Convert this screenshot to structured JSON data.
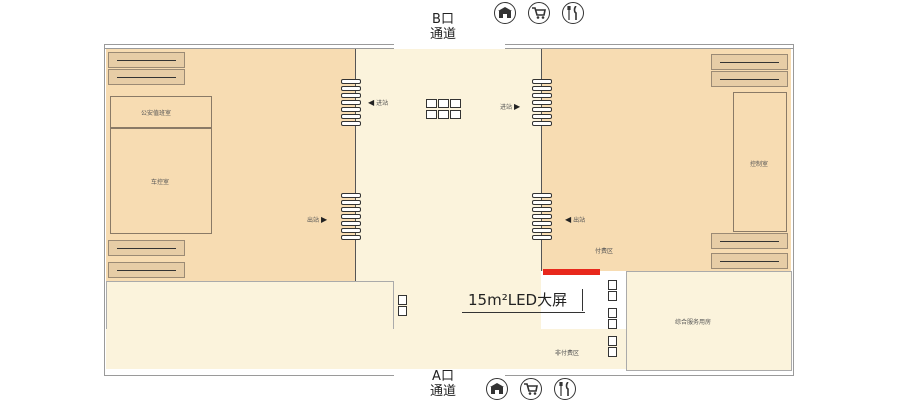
{
  "gates": {
    "b": {
      "name": "B口",
      "sub": "通道"
    },
    "a": {
      "name": "A口",
      "sub": "通道"
    }
  },
  "rooms": {
    "police": "公安值班室",
    "station_office": "车控室",
    "control": "控制室",
    "service": "综合服务用房"
  },
  "areas": {
    "paid": "付费区",
    "unpaid": "非付费区"
  },
  "flow": {
    "in_left": "进站",
    "in_right": "进站",
    "out_left": "出站",
    "out_right": "出站"
  },
  "led": {
    "label": "15m²LED大屏"
  },
  "amenity_icons": [
    "shop-icon",
    "shopping-cart-icon",
    "restaurant-icon"
  ],
  "colors": {
    "paid_area": "#f7dcb2",
    "unpaid_area": "#fbf3dc",
    "led_bar": "#e8281c"
  }
}
